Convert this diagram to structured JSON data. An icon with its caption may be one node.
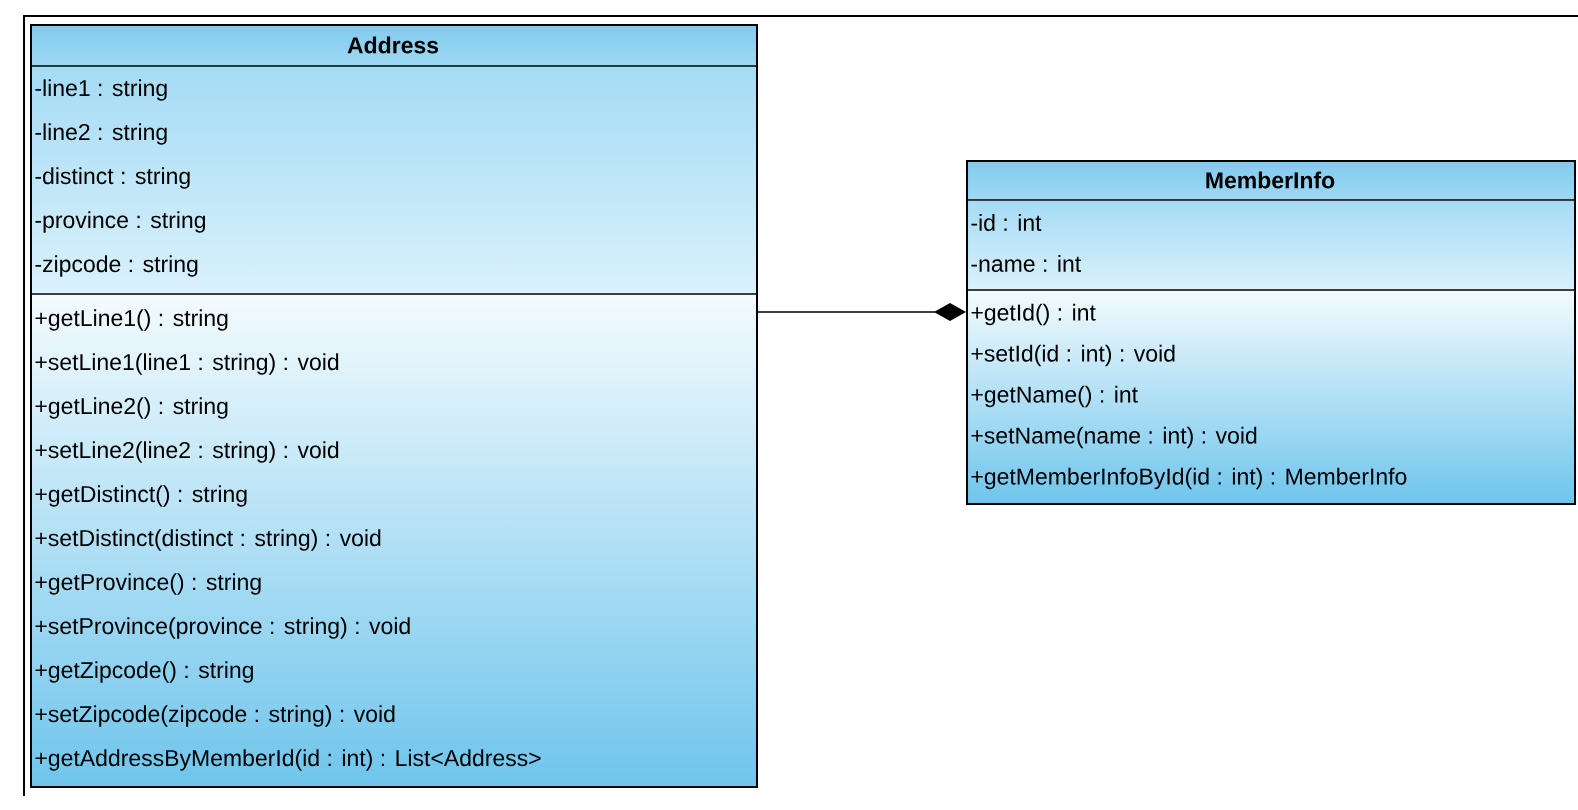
{
  "diagram": {
    "nodes": [
      {
        "text": [
          "Address",
          "-line1 : string",
          "-line2 : string",
          "-distinct : string",
          "-province : string",
          "-zipcode : string",
          "+getLine1() : string",
          "+setLine1(line1 : string) : void",
          "+getLine2() : string",
          "+setLine2(line2 : string) : void",
          "+getDistinct() : string",
          "+setDistinct(distinct : string) : void",
          "+getProvince() : string",
          "+setProvince(province : string) : void",
          "+getZipcode() : string",
          "+setZipcode(zipcode : string) : void",
          "+getAddressByMemberId(id : int) : List<Address>"
        ]
      },
      {
        "text": [
          "MemberInfo",
          "-id : int",
          "-name : int",
          "+getId() : int",
          "+setId(id : int) : void",
          "+getName() : int",
          "+setName(name : int) : void",
          "+getMemberInfoById(id : int) : MemberInfo"
        ]
      }
    ],
    "edges": [
      {
        "from": 0,
        "to": 1,
        "arrow": "other"
      }
    ]
  }
}
